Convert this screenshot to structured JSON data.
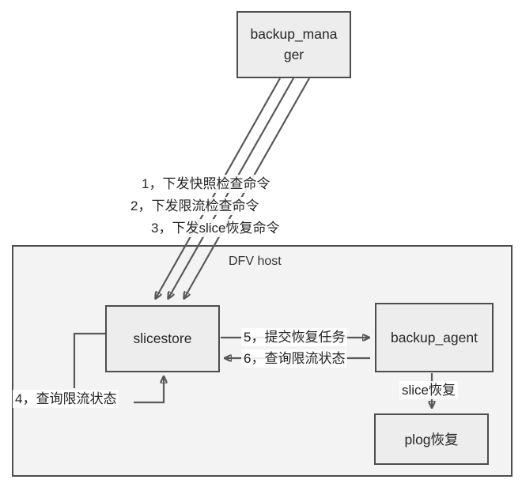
{
  "diagram": {
    "host_label": "DFV host",
    "nodes": {
      "backup_manager": "backup_manager",
      "slicestore": "slicestore",
      "backup_agent": "backup_agent",
      "plog_restore": "plog恢复"
    },
    "edge_labels": {
      "cmd1": "1，下发快照检查命令",
      "cmd2": "2，下发限流检查命令",
      "cmd3": "3，下发slice恢复命令",
      "step4": "4，查询限流状态",
      "step5": "5，提交恢复任务",
      "step6": "6，查询限流状态",
      "slice_restore": "slice恢复"
    },
    "colors": {
      "box_border": "#4d4d4d",
      "connector": "#595959",
      "node_fill": "#ededed",
      "host_fill": "#f3f3f3",
      "text": "#262626",
      "background": "#ffffff"
    }
  }
}
